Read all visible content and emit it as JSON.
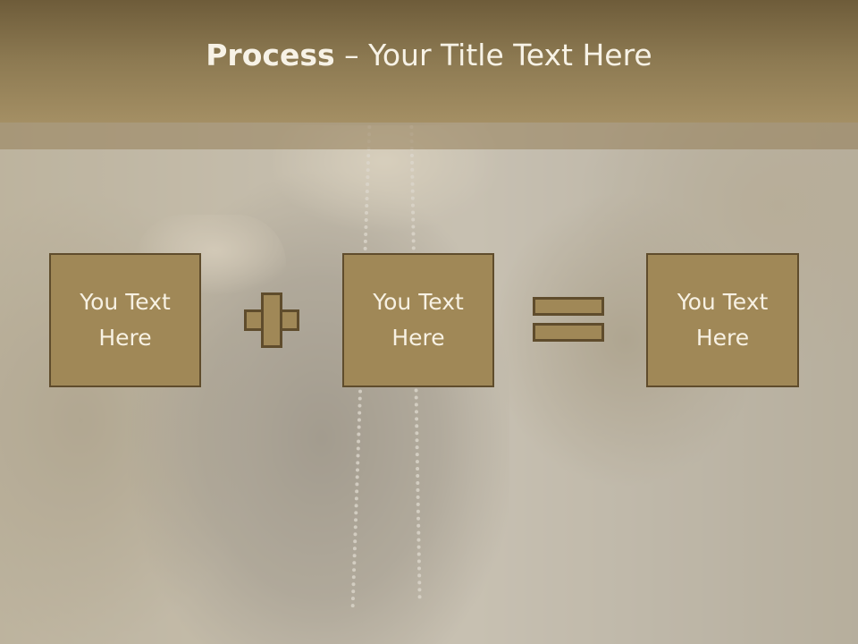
{
  "slide": {
    "title_bold": "Process",
    "title_rest": " – Your Title Text Here",
    "boxes": [
      {
        "text": "You Text\nHere"
      },
      {
        "text": "You Text\nHere"
      },
      {
        "text": "You Text\nHere"
      }
    ],
    "operators": [
      "plus-sign-icon",
      "equals-sign-icon"
    ]
  },
  "colors": {
    "header": "#8d7a52",
    "box_fill": "#a08857",
    "box_border": "#5f4c2c",
    "text": "#f7f2e6"
  }
}
